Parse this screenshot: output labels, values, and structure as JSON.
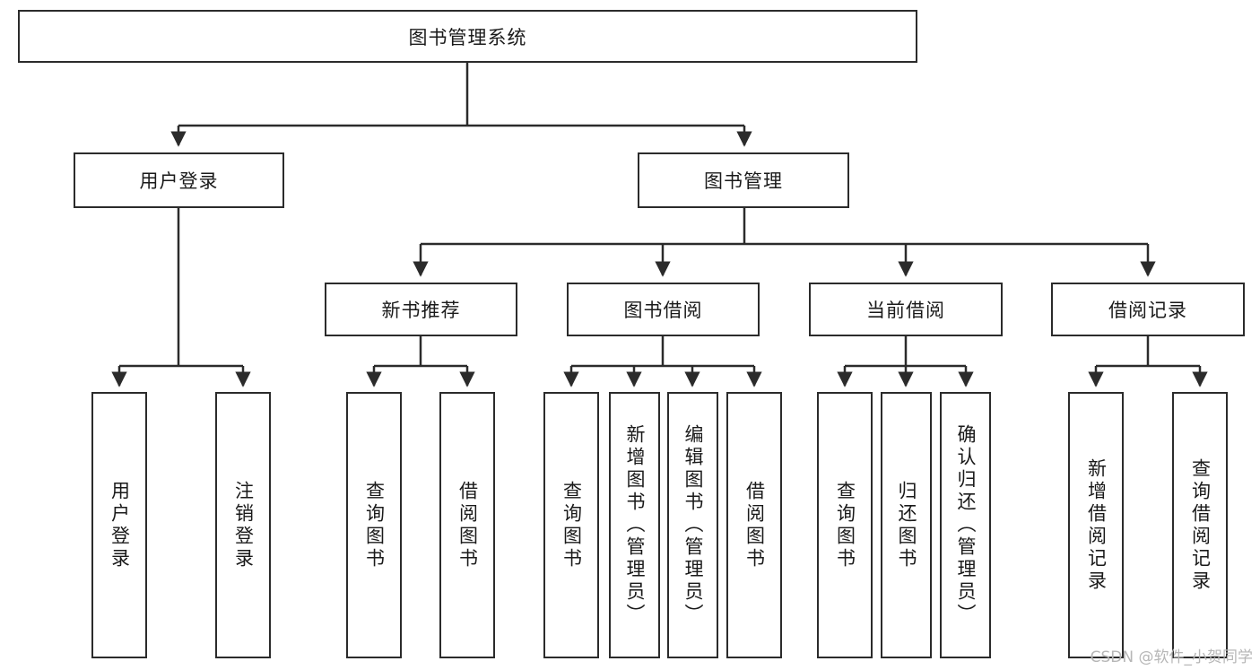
{
  "diagram": {
    "type": "hierarchy-tree",
    "title": "图书管理系统",
    "watermark": "CSDN @软件_小贺同学",
    "colors": {
      "stroke": "#2b2b2b",
      "fill": "#ffffff",
      "text": "#1a1a1a",
      "watermark": "#b6b6b6"
    },
    "nodes": {
      "root": {
        "label": "图书管理系统"
      },
      "l1": [
        {
          "label": "用户登录"
        },
        {
          "label": "图书管理"
        }
      ],
      "l2": [
        {
          "label": "新书推荐"
        },
        {
          "label": "图书借阅"
        },
        {
          "label": "当前借阅"
        },
        {
          "label": "借阅记录"
        }
      ],
      "leaves": [
        {
          "label": "用户登录"
        },
        {
          "label": "注销登录"
        },
        {
          "label": "查询图书"
        },
        {
          "label": "借阅图书"
        },
        {
          "label": "查询图书"
        },
        {
          "label": "新增图书（管理员）"
        },
        {
          "label": "编辑图书（管理员）"
        },
        {
          "label": "借阅图书"
        },
        {
          "label": "查询图书"
        },
        {
          "label": "归还图书"
        },
        {
          "label": "确认归还（管理员）"
        },
        {
          "label": "新增借阅记录"
        },
        {
          "label": "查询借阅记录"
        }
      ]
    }
  }
}
